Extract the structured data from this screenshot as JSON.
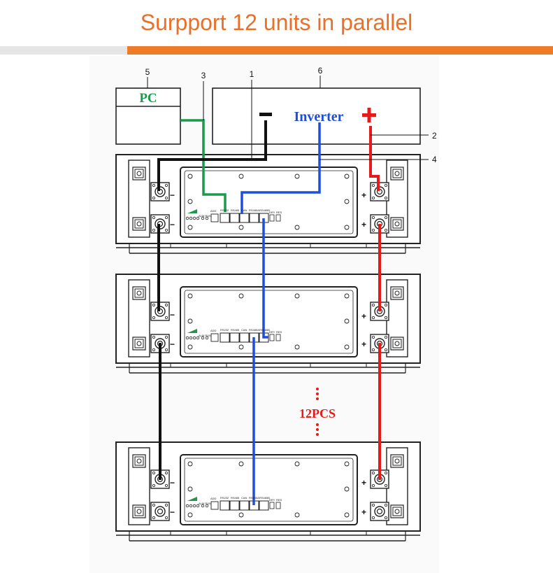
{
  "header": {
    "title": "Surpport 12 units in parallel",
    "accent_color": "#ee7b28",
    "grey_color": "#e6e6e6"
  },
  "diagram": {
    "pc_label": "PC",
    "inverter_label": "Inverter",
    "minus_symbol": "−",
    "plus_symbol": "+",
    "quantity_label": "12PCS",
    "callouts": [
      "1",
      "2",
      "3",
      "4",
      "5",
      "6"
    ],
    "port_labels": [
      "RS232",
      "RS485",
      "CAN",
      "RS485A",
      "RS485B"
    ],
    "indicator_label": "ALM RUN",
    "addr_label": "ADD",
    "dry_label": "DRY",
    "res_label": "RES",
    "colors": {
      "negative_cable": "#111111",
      "positive_cable": "#e51b1b",
      "comm_cable": "#1f4fd8",
      "pc_cable": "#1a9a4a",
      "pc_text": "#1a9a4a",
      "inverter_text": "#1f4fd8",
      "quantity_text": "#e51b1b"
    }
  }
}
